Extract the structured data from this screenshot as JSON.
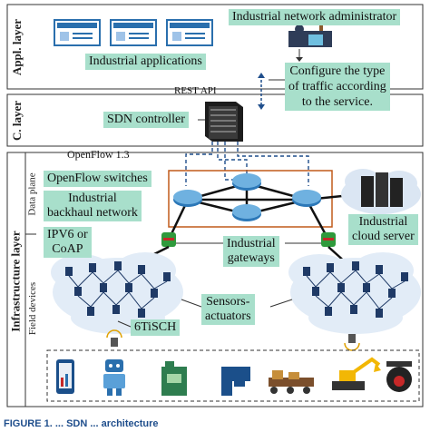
{
  "layers": {
    "application": "Appl. layer",
    "control": "C. layer",
    "infrastructure": "Infrastructure layer",
    "data_plane": "Data plane",
    "field_devices": "Field devices"
  },
  "labels": {
    "administrator": "Industrial network administrator",
    "apps": "Industrial applications",
    "configure": [
      "Configure the type",
      "of traffic according",
      "to the service."
    ],
    "rest_api": "REST API",
    "sdn_controller": "SDN controller",
    "openflow": "OpenFlow 1.3",
    "openflow_switches": "OpenFlow switches",
    "backhaul": [
      "Industrial",
      "backhaul network"
    ],
    "protocols": [
      "IPV6 or",
      "CoAP"
    ],
    "cloud_server": [
      "Industrial",
      "cloud server"
    ],
    "gateways": [
      "Industrial",
      "gateways"
    ],
    "sensors": [
      "Sensors-",
      "actuators"
    ],
    "sixtisch": "6TiSCH"
  },
  "caption": "FIGURE 1. ... SDN ... architecture",
  "colors": {
    "tag_fill": "#a8dfcb",
    "dashed_link": "#1f4e8c",
    "orange_box": "#c05a1a",
    "switch_blue": "#2c78b8",
    "gateway_green": "#2f9a3c"
  }
}
